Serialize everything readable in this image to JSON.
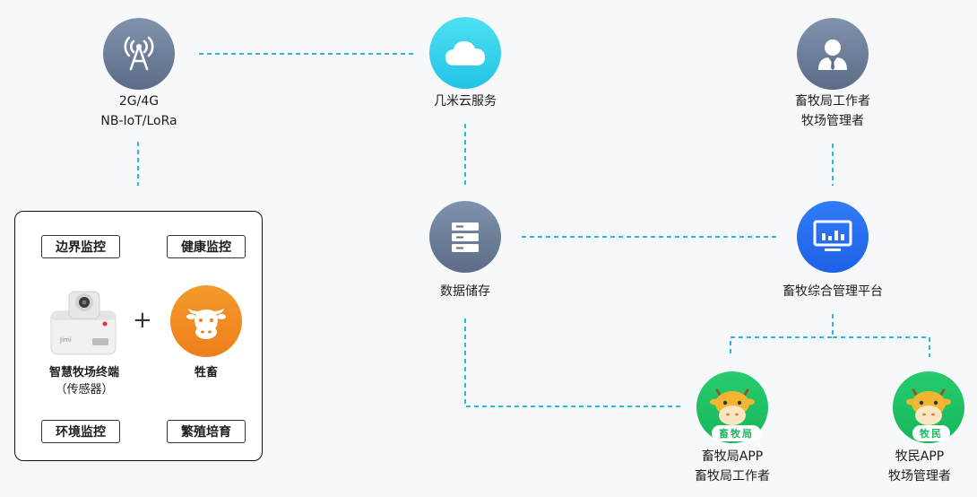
{
  "nodes": {
    "network": {
      "line1": "2G/4G",
      "line2": "NB-IoT/LoRa",
      "icon": "antenna-icon"
    },
    "cloud": {
      "label": "几米云服务",
      "icon": "cloud-icon"
    },
    "bureau_worker": {
      "label": "畜牧局工作者",
      "sub": "牧场管理者",
      "icon": "person-icon"
    },
    "storage": {
      "label": "数据储存",
      "icon": "server-icon"
    },
    "platform": {
      "label": "畜牧综合管理平台",
      "icon": "monitor-icon"
    },
    "bureau_app": {
      "label": "畜牧局APP",
      "sub": "畜牧局工作者",
      "badge": "畜牧局",
      "icon": "cow-icon"
    },
    "farmer_app": {
      "label": "牧民APP",
      "sub": "牧场管理者",
      "badge": "牧民",
      "icon": "cow-icon"
    }
  },
  "ranch_box": {
    "tags": [
      "边界监控",
      "健康监控",
      "环境监控",
      "繁殖培育"
    ],
    "terminal": {
      "label1": "智慧牧场终端",
      "label2": "（传感器）",
      "brand": "Jimi"
    },
    "plus": "+",
    "livestock": {
      "label": "牲畜",
      "icon": "cow-icon"
    }
  },
  "colors": {
    "grey_node": "#6b7b95",
    "cloud": "#2ccbea",
    "platform": "#266ff0",
    "livestock": "#f08a22",
    "app": "#1fbf63",
    "connector": "#2cb7e0"
  }
}
